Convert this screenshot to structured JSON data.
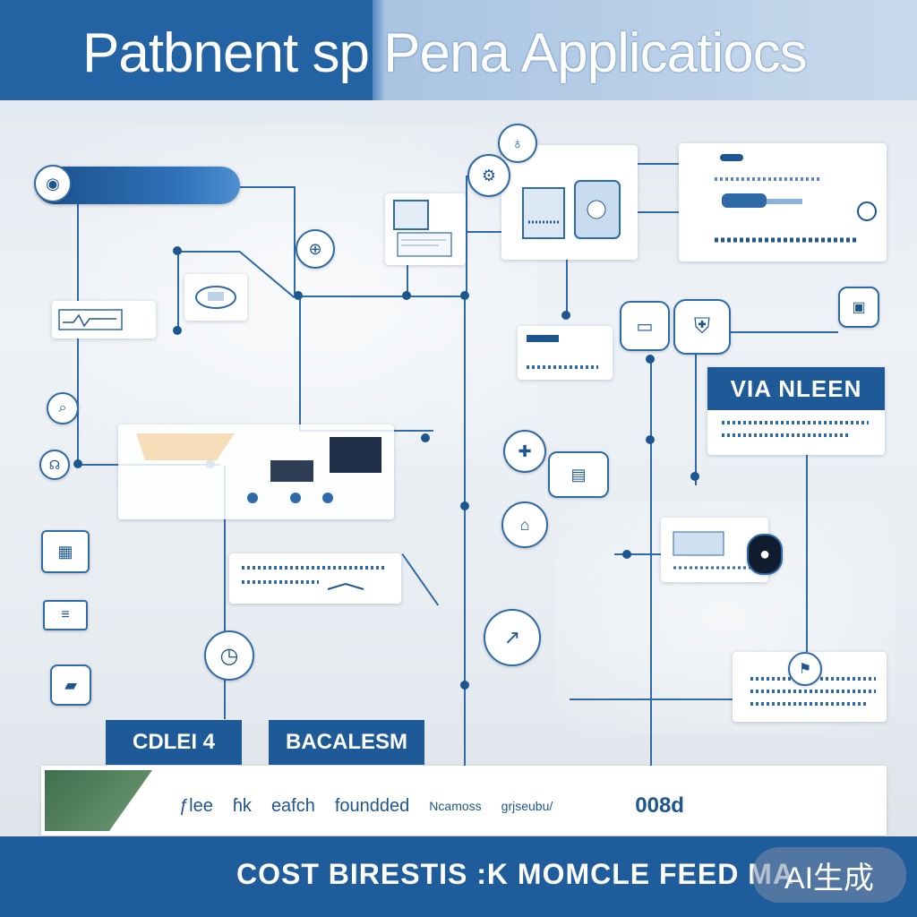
{
  "header": {
    "title_left": "Patbnent sp",
    "title_right": "Pena Applicatiocs"
  },
  "panels": {
    "right_heading": "VIA NLEEN",
    "label_left": "CDLEI  4",
    "label_mid": "BACALESM"
  },
  "bottom_strip": {
    "items": [
      "ƒlee",
      "ɦk",
      "eafch",
      "foundded",
      "Ncamoss",
      "grjseubu/",
      "008d"
    ]
  },
  "footer": {
    "text": "COST BIRESTIS :K MOMCLE FEED MA",
    "watermark": "AI生成"
  },
  "colors": {
    "primary": "#1f5c9c",
    "accent": "#2f6aa8",
    "background": "#e7ecf1"
  },
  "icons": [
    "medical-scanner-icon",
    "heart-monitor-icon",
    "tablet-icon",
    "shield-icon",
    "clock-icon",
    "stethoscope-icon",
    "ultrasound-icon",
    "globe-icon",
    "lock-icon",
    "server-icon"
  ]
}
